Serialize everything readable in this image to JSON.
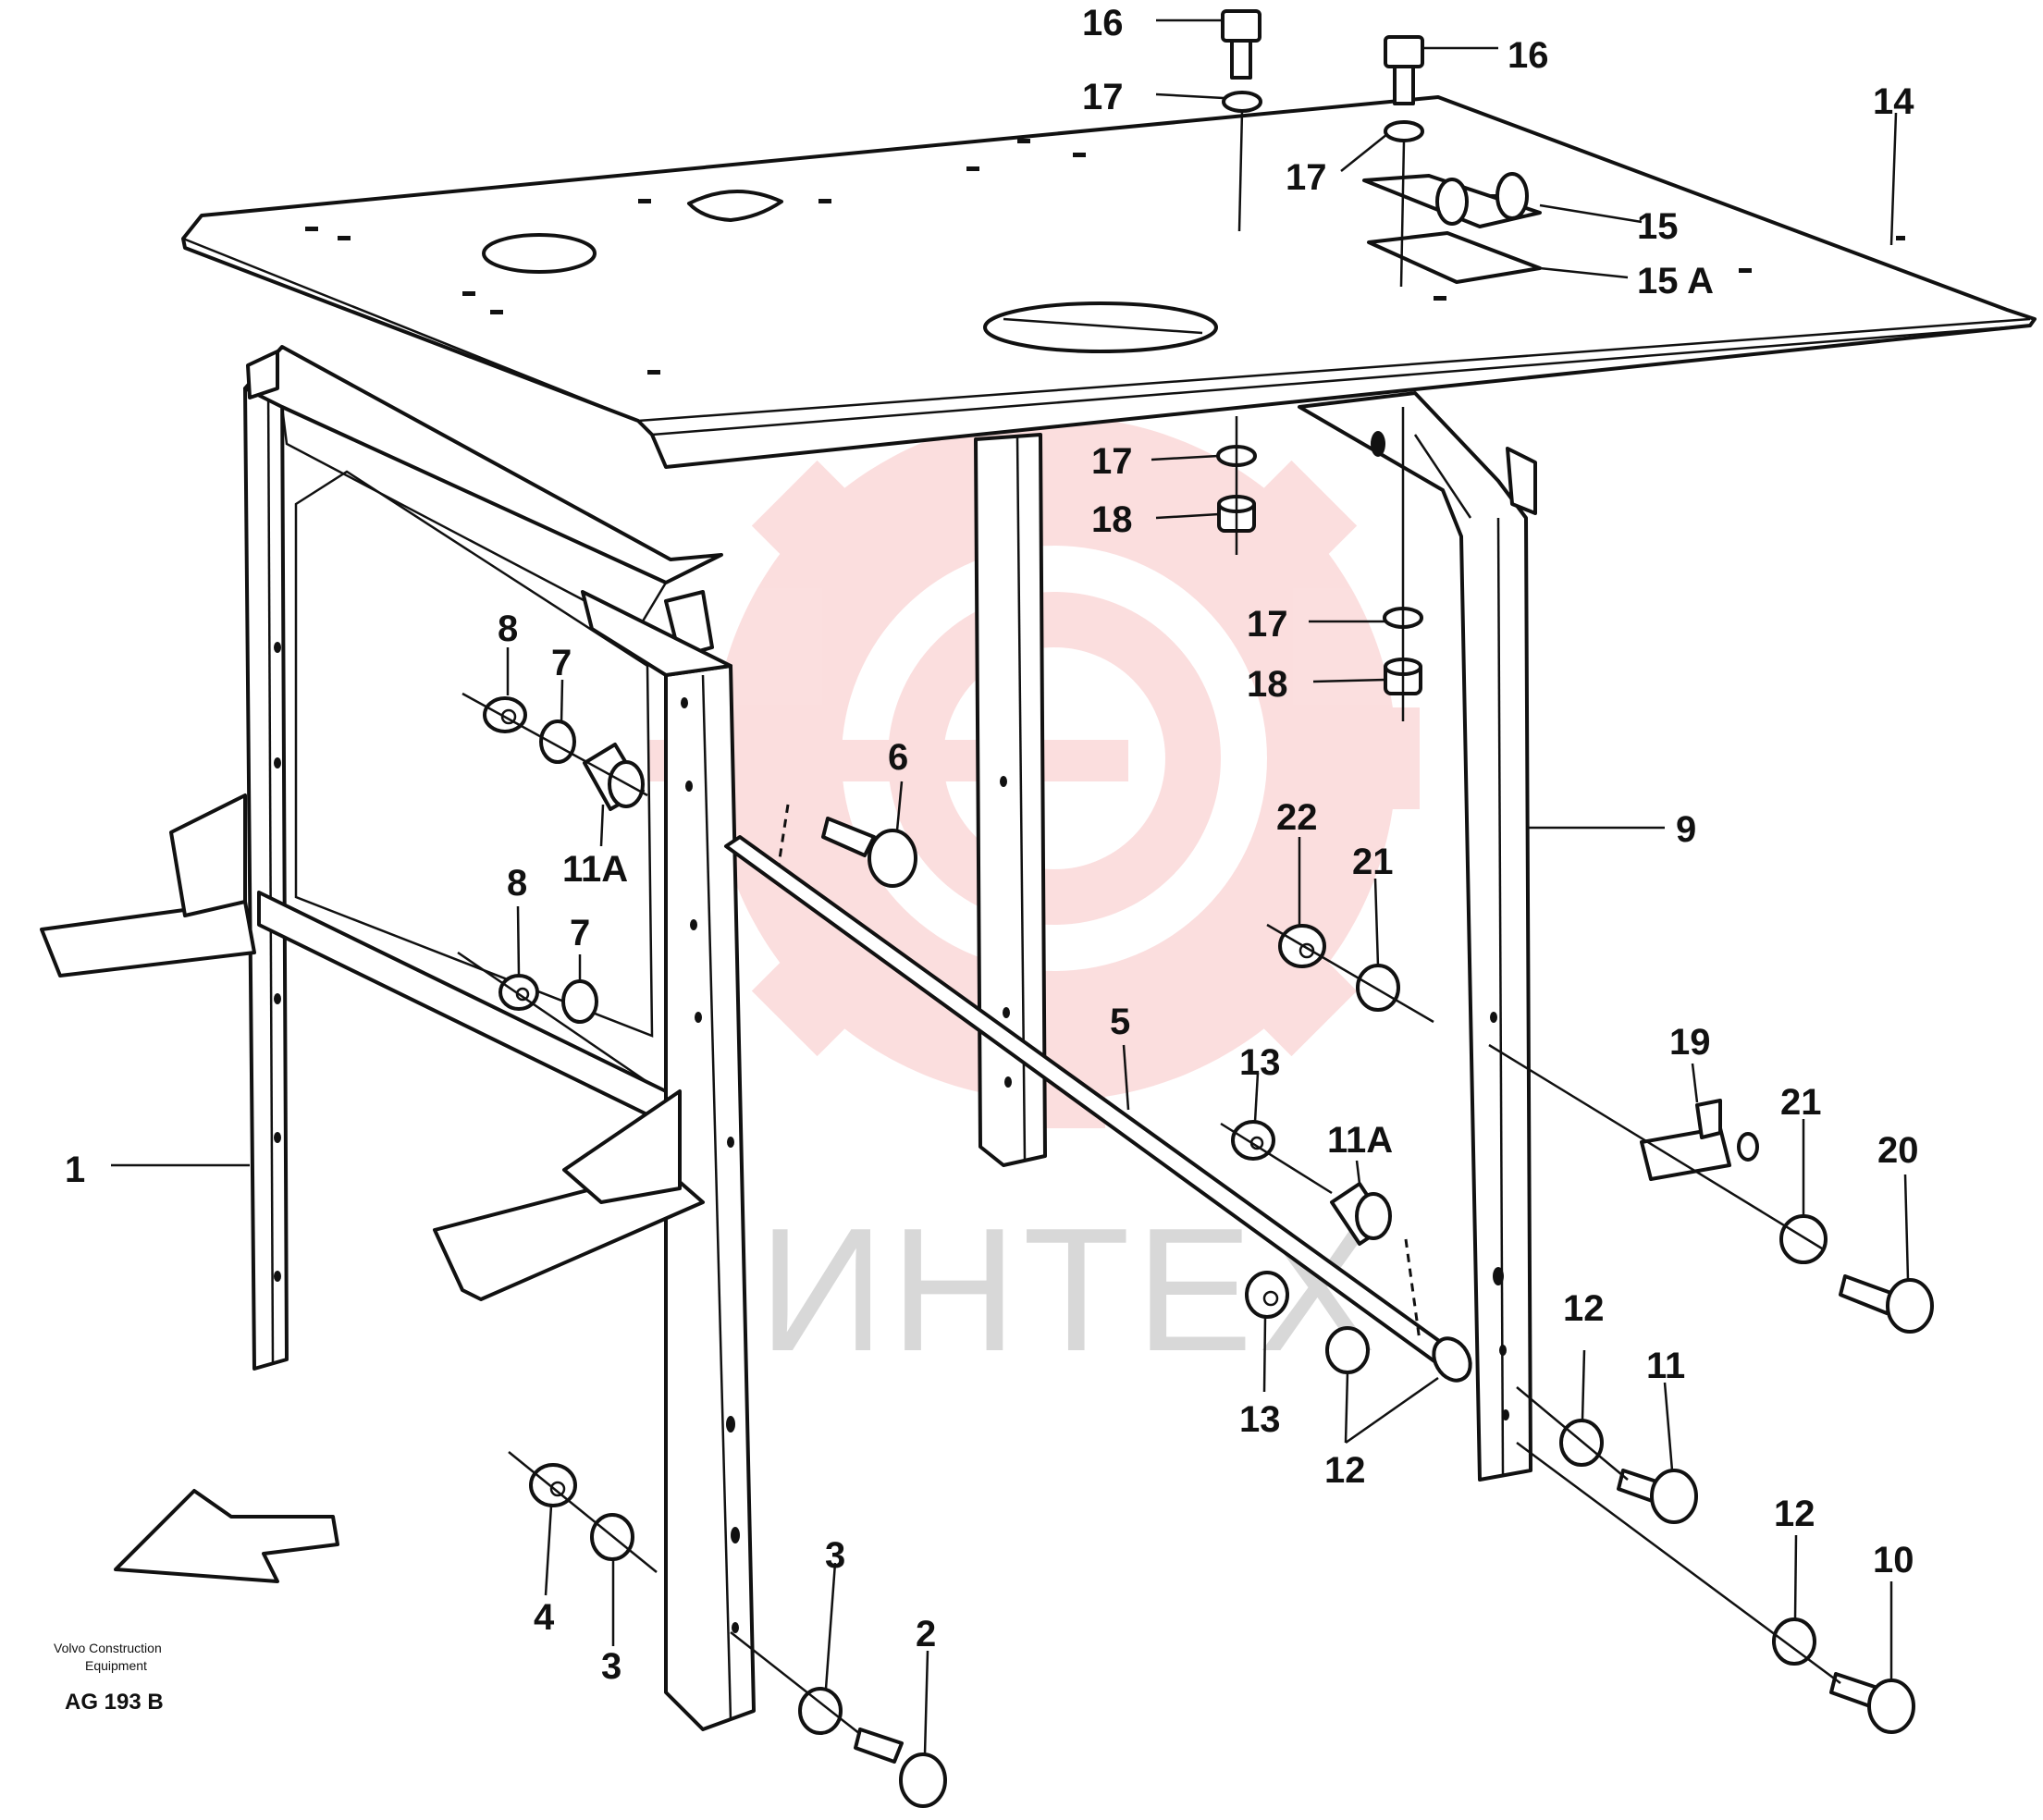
{
  "diagram": {
    "callouts": [
      {
        "id": "c16a",
        "text": "16"
      },
      {
        "id": "c16b",
        "text": "16"
      },
      {
        "id": "c17a",
        "text": "17"
      },
      {
        "id": "c17b",
        "text": "17"
      },
      {
        "id": "c14",
        "text": "14"
      },
      {
        "id": "c15",
        "text": "15"
      },
      {
        "id": "c15A",
        "text": "15 A"
      },
      {
        "id": "c17c",
        "text": "17"
      },
      {
        "id": "c18a",
        "text": "18"
      },
      {
        "id": "c17d",
        "text": "17"
      },
      {
        "id": "c18b",
        "text": "18"
      },
      {
        "id": "c8a",
        "text": "8"
      },
      {
        "id": "c7a",
        "text": "7"
      },
      {
        "id": "c11Aa",
        "text": "11A"
      },
      {
        "id": "c6",
        "text": "6"
      },
      {
        "id": "c22",
        "text": "22"
      },
      {
        "id": "c21a",
        "text": "21"
      },
      {
        "id": "c9",
        "text": "9"
      },
      {
        "id": "c8b",
        "text": "8"
      },
      {
        "id": "c7b",
        "text": "7"
      },
      {
        "id": "c5",
        "text": "5"
      },
      {
        "id": "c13a",
        "text": "13"
      },
      {
        "id": "c11Ab",
        "text": "11A"
      },
      {
        "id": "c19",
        "text": "19"
      },
      {
        "id": "c21b",
        "text": "21"
      },
      {
        "id": "c20",
        "text": "20"
      },
      {
        "id": "c1",
        "text": "1"
      },
      {
        "id": "c13b",
        "text": "13"
      },
      {
        "id": "c12a",
        "text": "12"
      },
      {
        "id": "c12b",
        "text": "12"
      },
      {
        "id": "c11",
        "text": "11"
      },
      {
        "id": "c12c",
        "text": "12"
      },
      {
        "id": "c10",
        "text": "10"
      },
      {
        "id": "c4",
        "text": "4"
      },
      {
        "id": "c3a",
        "text": "3"
      },
      {
        "id": "c3b",
        "text": "3"
      },
      {
        "id": "c2",
        "text": "2"
      }
    ],
    "credit_line_1": "Volvo Construction",
    "credit_line_2": "Equipment",
    "figure_code": "AG 193 B",
    "watermark_text": "ИНТЕХ",
    "colors": {
      "line": "#111111",
      "watermark_red": "#e83a3a",
      "watermark_grey": "#d8d8d8"
    }
  }
}
